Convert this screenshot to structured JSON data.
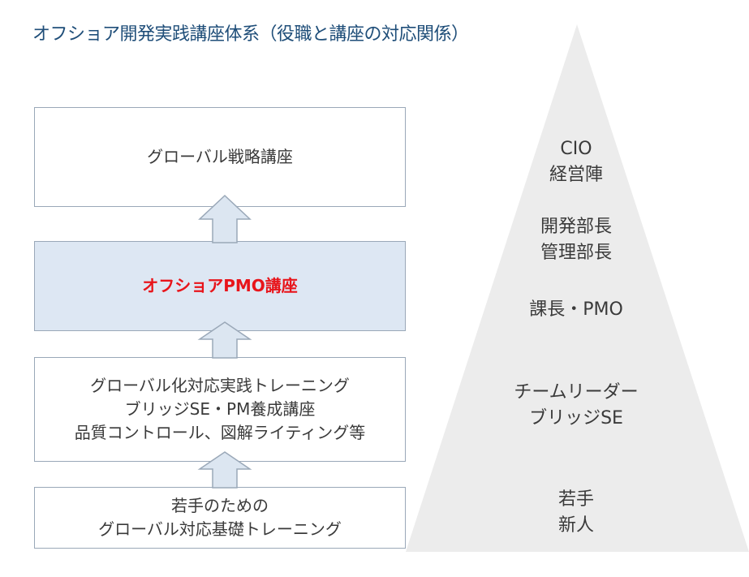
{
  "title": "オフショア開発実践講座体系（役職と講座の対応関係）",
  "courses": [
    {
      "lines": [
        "グローバル戦略講座"
      ]
    },
    {
      "lines": [
        "オフショアPMO講座"
      ]
    },
    {
      "lines": [
        "グローバル化対応実践トレーニング",
        "ブリッジSE・PM養成講座",
        "品質コントロール、図解ライティング等"
      ]
    },
    {
      "lines": [
        "若手のための",
        "グローバル対応基礎トレーニング"
      ]
    }
  ],
  "roles": [
    {
      "lines": [
        "CIO",
        "経営陣"
      ]
    },
    {
      "lines": [
        "開発部長",
        "管理部長"
      ]
    },
    {
      "lines": [
        "課長・PMO"
      ]
    },
    {
      "lines": [
        "チームリーダー",
        "ブリッジSE"
      ]
    },
    {
      "lines": [
        "若手",
        "新人"
      ]
    }
  ],
  "colors": {
    "title": "#1f4e79",
    "highlight_text": "#e8151b",
    "highlight_fill": "#dde7f3",
    "pyramid_fill": "#ececec",
    "box_border": "#9aa8b8",
    "arrow_fill": "#dce6f1",
    "arrow_stroke": "#9aa8b8"
  }
}
